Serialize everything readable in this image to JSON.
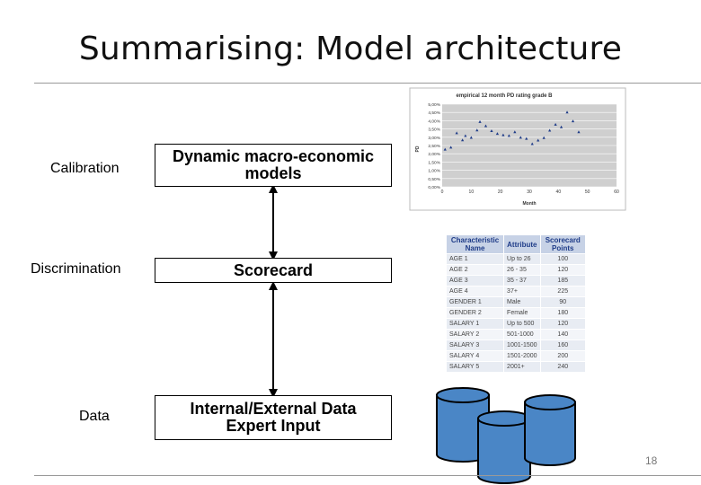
{
  "slide": {
    "title": "Summarising: Model architecture",
    "page_number": "18"
  },
  "levels": {
    "calibration": {
      "label": "Calibration",
      "box_line1": "Dynamic macro-economic",
      "box_line2": "models"
    },
    "discrimination": {
      "label": "Discrimination",
      "box_line1": "Scorecard"
    },
    "data": {
      "label": "Data",
      "box_line1": "Internal/External Data",
      "box_line2": "Expert Input"
    }
  },
  "chart_data": {
    "type": "scatter",
    "title": "empirical 12 month PD rating grade B",
    "xlabel": "Month",
    "ylabel": "PD",
    "xlim": [
      0,
      60
    ],
    "ylim": [
      0,
      0.05
    ],
    "x_ticks": [
      "0",
      "10",
      "20",
      "30",
      "40",
      "50",
      "60"
    ],
    "y_ticks": [
      "0,00%",
      "0,50%",
      "1,00%",
      "1,50%",
      "2,00%",
      "2,50%",
      "3,00%",
      "3,50%",
      "4,00%",
      "4,50%",
      "5,00%"
    ],
    "grid": true,
    "x": [
      1,
      3,
      5,
      7,
      8,
      10,
      12,
      13,
      15,
      17,
      19,
      21,
      23,
      25,
      27,
      29,
      31,
      33,
      35,
      37,
      39,
      41,
      43,
      45,
      47
    ],
    "y": [
      0.0226,
      0.0238,
      0.0325,
      0.0282,
      0.0308,
      0.0297,
      0.0342,
      0.0393,
      0.0368,
      0.0338,
      0.0321,
      0.0313,
      0.0309,
      0.0331,
      0.0298,
      0.0291,
      0.0259,
      0.0281,
      0.0296,
      0.0341,
      0.0377,
      0.0361,
      0.0451,
      0.0397,
      0.0331
    ]
  },
  "scorecard": {
    "headers": [
      "Characteristic Name",
      "Attribute",
      "Scorecard Points"
    ],
    "rows": [
      [
        "AGE 1",
        "Up to 26",
        "100"
      ],
      [
        "AGE 2",
        "26 - 35",
        "120"
      ],
      [
        "AGE 3",
        "35 - 37",
        "185"
      ],
      [
        "AGE 4",
        "37+",
        "225"
      ],
      [
        "GENDER 1",
        "Male",
        "90"
      ],
      [
        "GENDER 2",
        "Female",
        "180"
      ],
      [
        "SALARY 1",
        "Up to 500",
        "120"
      ],
      [
        "SALARY 2",
        "501-1000",
        "140"
      ],
      [
        "SALARY 3",
        "1001-1500",
        "160"
      ],
      [
        "SALARY 4",
        "1501-2000",
        "200"
      ],
      [
        "SALARY 5",
        "2001+",
        "240"
      ]
    ]
  },
  "colors": {
    "database_fill": "#4a86c6",
    "database_stroke": "#000000",
    "chart_bg": "#cfcfcf",
    "chart_marker": "#1f3c88",
    "table_header_bg": "#c7d2e6"
  },
  "icons": [
    "database-icon"
  ]
}
